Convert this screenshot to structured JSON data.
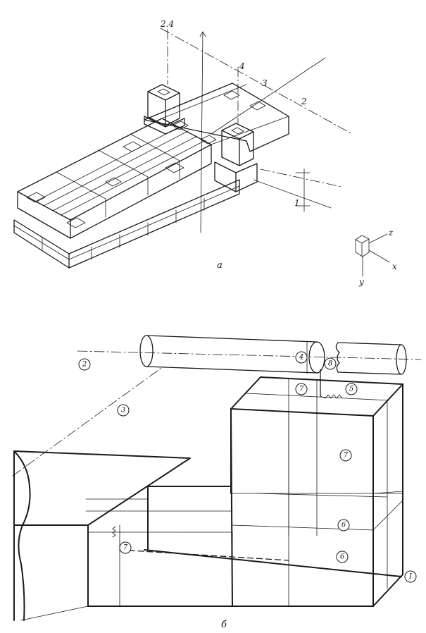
{
  "figure_a": {
    "caption": "а",
    "axis_labels": [
      "2",
      "3",
      "4",
      "2.4",
      "1"
    ],
    "axes": {
      "z": "z",
      "x": "x",
      "y": "y"
    }
  },
  "figure_b": {
    "caption": "б",
    "circled_labels": [
      "2",
      "3",
      "4",
      "8",
      "7",
      "5",
      "7",
      "6",
      "7",
      "6",
      "I"
    ]
  }
}
